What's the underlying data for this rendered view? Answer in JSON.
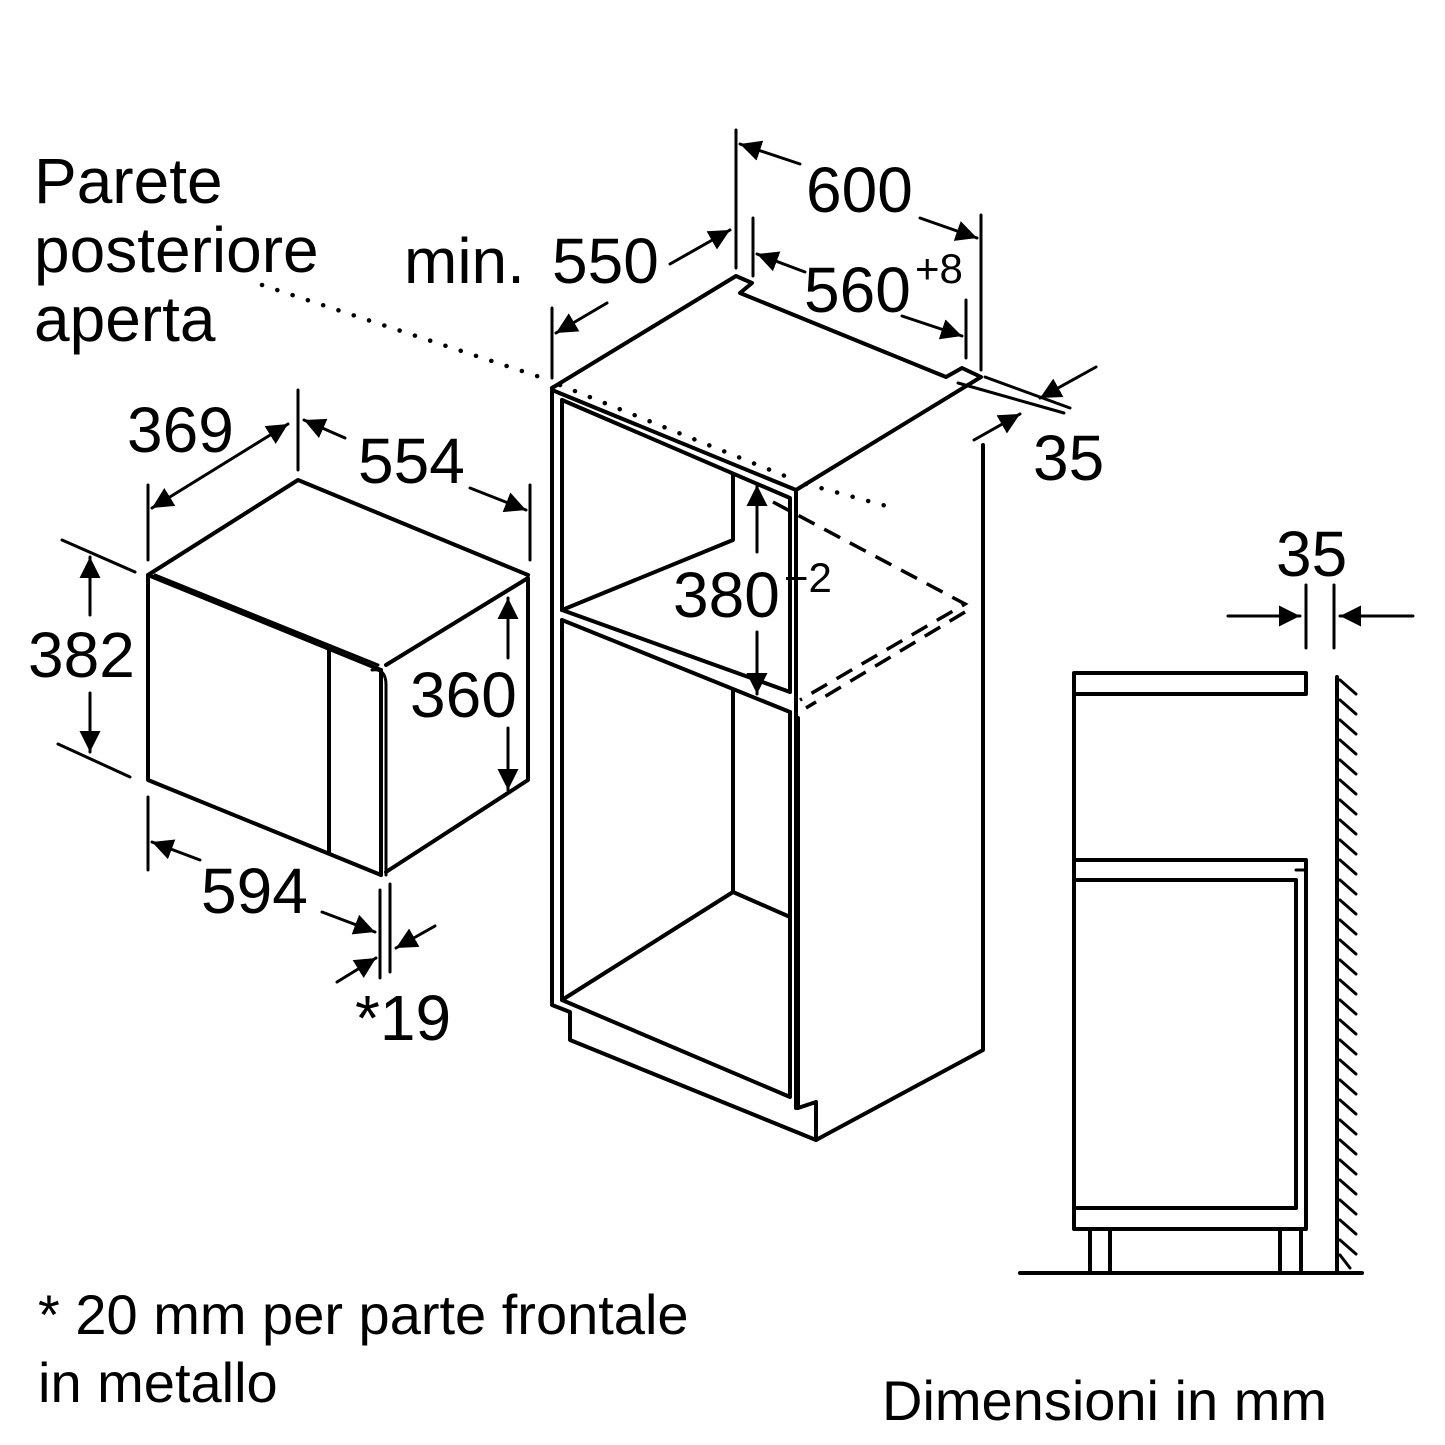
{
  "labels": {
    "open_back_wall": [
      "Parete",
      "posteriore",
      "aperta"
    ],
    "min_depth_prefix": "min.",
    "min_depth_value": "550",
    "cabinet_width": "600",
    "niche_width_value": "560",
    "niche_width_tolerance": "+8",
    "side_panel_thickness": "35",
    "niche_height_value": "380",
    "niche_height_tolerance": "+2",
    "appliance_depth": "369",
    "appliance_width_body": "554",
    "appliance_height_total": "382",
    "appliance_height_body": "360",
    "appliance_width_front": "594",
    "front_thickness": "*19",
    "wall_gap": "35",
    "footnote": [
      "* 20 mm per parte frontale",
      "in metallo"
    ],
    "units": "Dimensioni in mm"
  },
  "colors": {
    "line": "#000000",
    "background": "#ffffff"
  }
}
